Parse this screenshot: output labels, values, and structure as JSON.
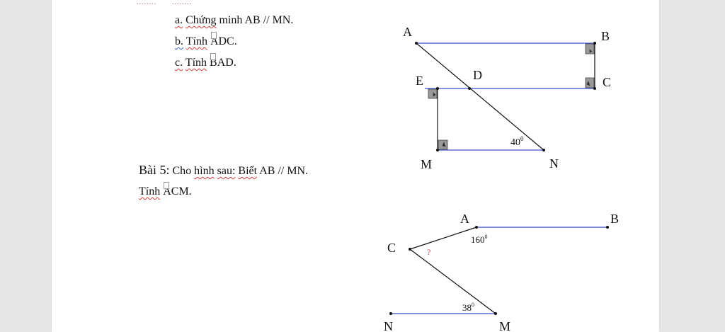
{
  "exercise_items": {
    "a": {
      "marker": "a.",
      "text1": "Chứng",
      "text2": "minh AB // MN."
    },
    "b": {
      "marker": "b.",
      "text1": "Tính",
      "angle": "ADC",
      "suffix": "."
    },
    "c": {
      "marker": "c.",
      "text1": "Tính",
      "angle": "BAD",
      "suffix": "."
    }
  },
  "bai5": {
    "title": "Bài 5:",
    "text1": "Cho",
    "text2": "hình",
    "text3": "sau:",
    "text4": "Biết",
    "text5": "AB // MN.",
    "line2_prefix": "Tính",
    "line2_angle": "ACM",
    "line2_suffix": "."
  },
  "figure1": {
    "labels": {
      "A": "A",
      "B": "B",
      "C": "C",
      "D": "D",
      "E": "E",
      "M": "M",
      "N": "N"
    },
    "angle_label": "40",
    "angle_sup": "0"
  },
  "figure2": {
    "labels": {
      "A": "A",
      "B": "B",
      "C": "C",
      "M": "M",
      "N": "N"
    },
    "angle_A": "160",
    "angle_A_sup": "0",
    "angle_M": "38",
    "angle_M_sup": "0",
    "unknown": "?"
  },
  "colors": {
    "line_blue": "#3a4fd0",
    "black": "#111111",
    "red": "#d23a3a"
  }
}
